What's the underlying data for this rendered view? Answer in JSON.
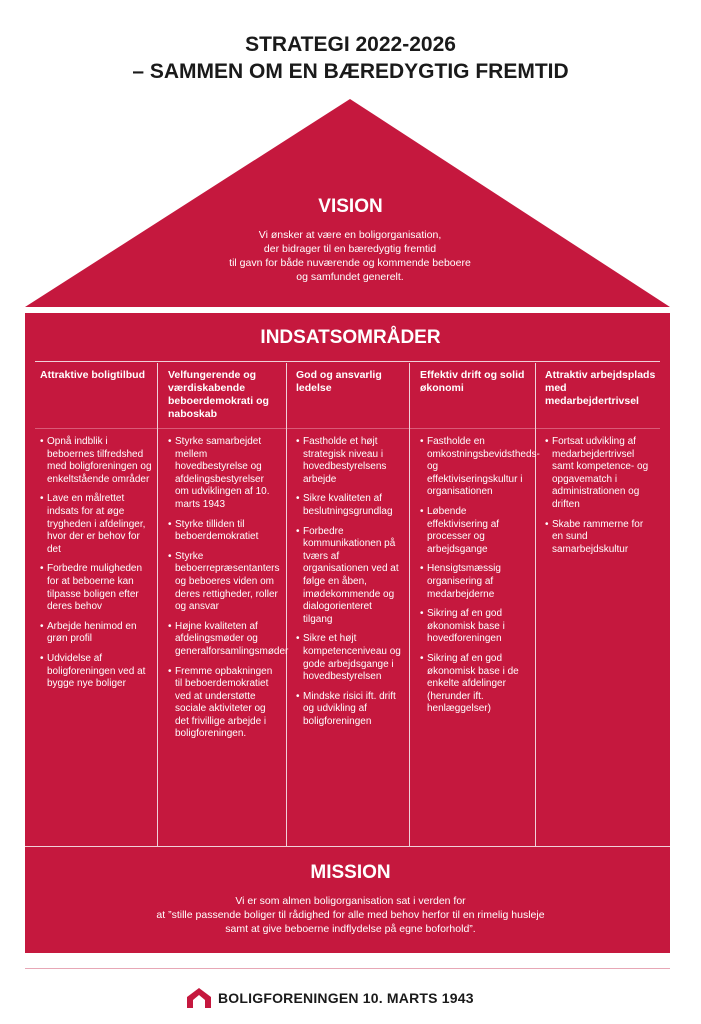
{
  "header": {
    "title_line1": "STRATEGI 2022-2026",
    "title_line2": "– SAMMEN OM EN BÆREDYGTIG FREMTID"
  },
  "colors": {
    "primary": "#c5183e",
    "text_dark": "#1a1a1a",
    "text_light": "#ffffff",
    "divider": "#f0d0d8"
  },
  "vision": {
    "title": "VISION",
    "lines": [
      "Vi ønsker at være en boligorganisation,",
      "der bidrager til en bæredygtig fremtid",
      "til gavn for både nuværende og kommende beboere",
      "og samfundet generelt."
    ]
  },
  "indsatsomraader": {
    "title": "INDSATSOMRÅDER",
    "columns": [
      {
        "heading": "Attraktive boligtilbud",
        "items": [
          "Opnå indblik i beboernes tilfredshed med boligforeningen og enkeltstående områder",
          "Lave en målrettet indsats for at øge trygheden i afdelinger, hvor der er behov for det",
          "Forbedre muligheden for at beboerne kan tilpasse boligen efter deres behov",
          "Arbejde henimod en grøn profil",
          "Udvidelse af boligforeningen ved at bygge nye boliger"
        ]
      },
      {
        "heading": "Velfungerende og værdiskabende beboerdemokrati og naboskab",
        "items": [
          "Styrke samarbejdet mellem hovedbestyrelse og afdelingsbestyrelser om udviklingen af 10. marts 1943",
          "Styrke tilliden til beboerdemokratiet",
          "Styrke beboerrepræsentanters og beboeres viden om deres rettigheder, roller og ansvar",
          "Højne kvaliteten af afdelingsmøder og generalforsamlingsmøder",
          "Fremme opbakningen til beboerdemokratiet ved at understøtte sociale aktiviteter og det frivillige arbejde i boligforeningen."
        ]
      },
      {
        "heading": "God og ansvarlig ledelse",
        "items": [
          "Fastholde et højt strategisk niveau i hovedbestyrelsens arbejde",
          "Sikre kvaliteten af beslutningsgrundlag",
          "Forbedre kommunikationen på tværs af organisationen ved at følge en åben, imødekommende og dialogorienteret tilgang",
          "Sikre et højt kompetenceniveau og gode arbejdsgange i hovedbestyrelsen",
          "Mindske risici ift. drift og udvikling af boligforeningen"
        ]
      },
      {
        "heading": "Effektiv drift og solid økonomi",
        "items": [
          "Fastholde en omkostningsbevidstheds- og effektiviseringskultur i organisationen",
          "Løbende effektivisering af processer og arbejdsgange",
          "Hensigtsmæssig organisering af medarbejderne",
          "Sikring af en god økonomisk base i hovedforeningen",
          "Sikring af en god økonomisk base i de enkelte afdelinger (herunder ift. henlæggelser)"
        ]
      },
      {
        "heading": "Attraktiv arbejdsplads med medarbejdertrivsel",
        "items": [
          "Fortsat udvikling af medarbejdertrivsel samt kompetence- og opgavematch i administrationen og driften",
          "Skabe rammerne for en sund samarbejdskultur"
        ]
      }
    ]
  },
  "mission": {
    "title": "MISSION",
    "lines": [
      "Vi er som almen boligorganisation sat i verden for",
      "at ”stille passende boliger til rådighed for alle med behov herfor til en rimelig husleje",
      "samt at give beboerne indflydelse på egne boforhold”."
    ]
  },
  "footer": {
    "logo_icon": "house-logo-icon",
    "name": "BOLIGFORENINGEN 10. MARTS 1943"
  }
}
